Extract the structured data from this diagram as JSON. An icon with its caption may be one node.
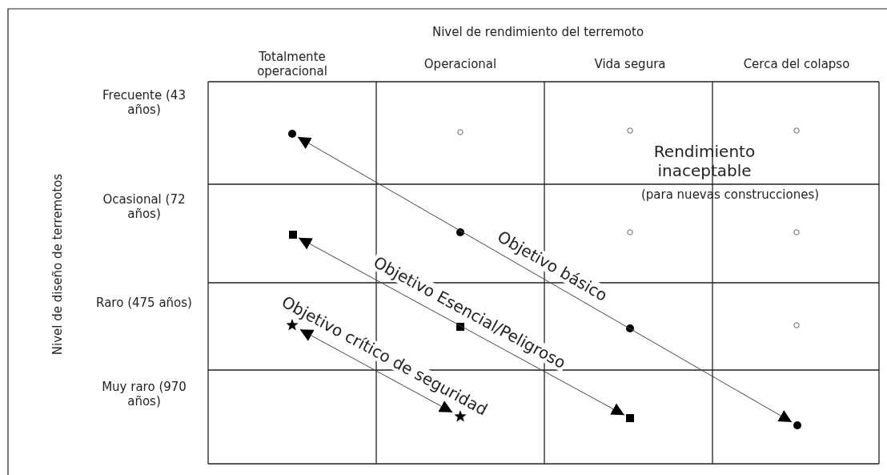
{
  "diagram": {
    "nodes": [
      {
        "text": [],
        "shape": "circle"
      },
      {
        "text": [],
        "shape": "circle"
      },
      {
        "text": [],
        "shape": "circle"
      },
      {
        "text": [],
        "shape": "circle"
      },
      {
        "text": [],
        "shape": "square"
      },
      {
        "text": [],
        "shape": "circle"
      },
      {
        "text": [],
        "shape": "circle"
      },
      {
        "text": [],
        "shape": "circle"
      },
      {
        "text": [],
        "shape": "star"
      },
      {
        "text": [],
        "shape": "square"
      },
      {
        "text": [],
        "shape": "circle"
      },
      {
        "text": [],
        "shape": "circle"
      },
      {
        "text": [],
        "shape": "star"
      },
      {
        "text": [],
        "shape": "square"
      },
      {
        "text": [],
        "shape": "circle"
      }
    ],
    "edges": [
      {
        "from": 0,
        "to": 14,
        "arrow": "both",
        "label": "Objetivo básico"
      },
      {
        "from": 4,
        "to": 13,
        "arrow": "both",
        "label": "Objetivo Esencial/Peligroso"
      },
      {
        "from": 8,
        "to": 12,
        "arrow": "both",
        "label": "Objetivo crítico de seguridad"
      }
    ],
    "labels": [
      "Nivel de rendimiento del terremoto",
      "Totalmente operacional",
      "Operacional",
      "Vida segura",
      "Cerca del colapso",
      "Nivel de diseño de terremotos",
      "Frecuente (43 años)",
      "Ocasional (72 años)",
      "Raro (475 años)",
      "Muy raro (970 años)",
      "Rendimiento inaceptable",
      "(para nuevas construcciones)"
    ]
  }
}
